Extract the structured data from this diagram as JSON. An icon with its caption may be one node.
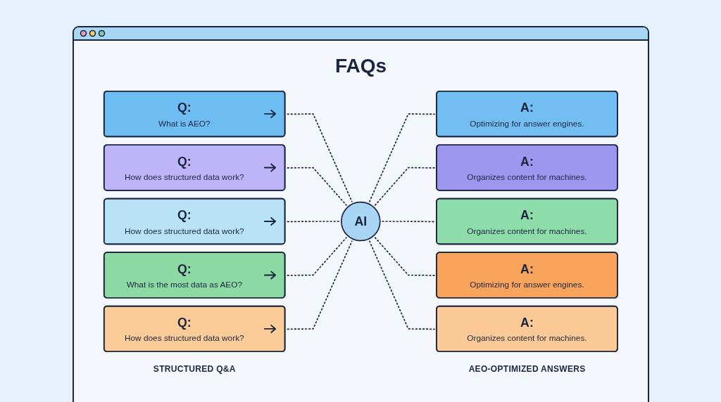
{
  "diagram": {
    "title": "FAQs",
    "nodes": [
      {
        "text": [
          "Q:",
          "What is AEO?"
        ]
      },
      {
        "text": [
          "Q:",
          "How does structured data work?"
        ]
      },
      {
        "text": [
          "Q:",
          "How does structured data work?"
        ]
      },
      {
        "text": [
          "Q:",
          "What is the most data as AEO?"
        ]
      },
      {
        "text": [
          "Q:",
          "How does structured data work?"
        ]
      },
      {
        "text": [
          "AI"
        ]
      },
      {
        "text": [
          "A:",
          "Optimizing for answer engines."
        ]
      },
      {
        "text": [
          "A:",
          "Organizes content for machines."
        ]
      },
      {
        "text": [
          "A:",
          "Organizes content for machines."
        ]
      },
      {
        "text": [
          "A:",
          "Optimizing for answer engines."
        ]
      },
      {
        "text": [
          "A:",
          "Organizes content for machines."
        ]
      }
    ],
    "edges": [
      {
        "from": 0,
        "to": 5,
        "arrow": "none",
        "style": "dashed"
      },
      {
        "from": 1,
        "to": 5,
        "arrow": "none",
        "style": "dashed"
      },
      {
        "from": 2,
        "to": 5,
        "arrow": "none",
        "style": "dashed"
      },
      {
        "from": 3,
        "to": 5,
        "arrow": "none",
        "style": "dashed"
      },
      {
        "from": 4,
        "to": 5,
        "arrow": "none",
        "style": "dashed"
      },
      {
        "from": 5,
        "to": 6,
        "arrow": "none",
        "style": "dashed"
      },
      {
        "from": 5,
        "to": 7,
        "arrow": "none",
        "style": "dashed"
      },
      {
        "from": 5,
        "to": 8,
        "arrow": "none",
        "style": "dashed"
      },
      {
        "from": 5,
        "to": 9,
        "arrow": "none",
        "style": "dashed"
      },
      {
        "from": 5,
        "to": 10,
        "arrow": "none",
        "style": "dashed"
      }
    ],
    "labels": [
      "STRUCTURED Q&A",
      "AEO-OPTIMIZED ANSWERS"
    ]
  }
}
